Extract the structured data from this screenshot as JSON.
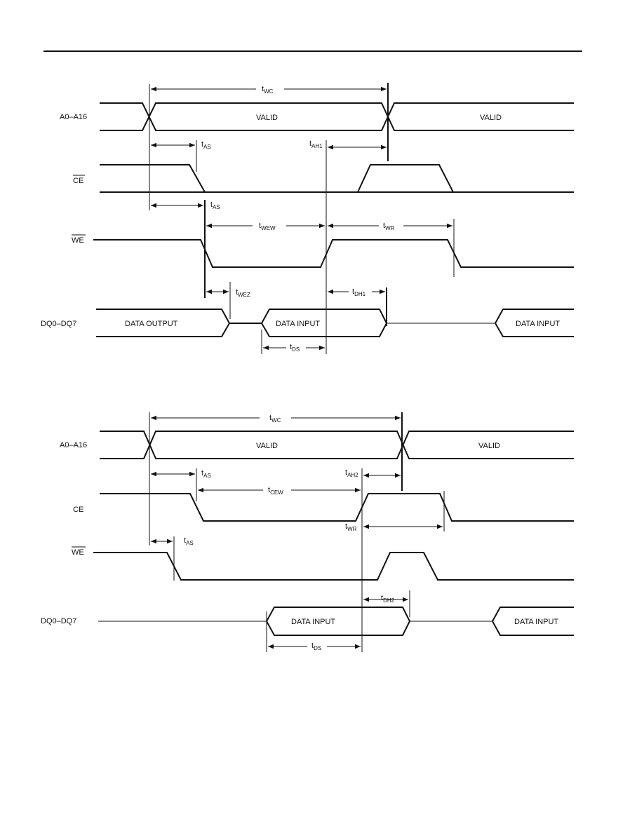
{
  "colors": {
    "ink": "#111111",
    "background": "#ffffff"
  },
  "diagram1": {
    "signals": {
      "addr": "A0–A16",
      "ce": "CE",
      "we": "WE",
      "dq": "DQ0–DQ7"
    },
    "values": {
      "addr_valid_1": "VALID",
      "addr_valid_2": "VALID",
      "dq_output": "DATA OUTPUT",
      "dq_input_1": "DATA INPUT",
      "dq_input_2": "DATA INPUT"
    },
    "timings": {
      "twc": {
        "main": "t",
        "sub": "WC"
      },
      "tas1": {
        "main": "t",
        "sub": "AS"
      },
      "tah1": {
        "main": "t",
        "sub": "AH1"
      },
      "tas2": {
        "main": "t",
        "sub": "AS"
      },
      "twew": {
        "main": "t",
        "sub": "WEW"
      },
      "twr": {
        "main": "t",
        "sub": "WR"
      },
      "twez": {
        "main": "t",
        "sub": "WEZ"
      },
      "tdh1": {
        "main": "t",
        "sub": "DH1"
      },
      "tds": {
        "main": "t",
        "sub": "DS"
      }
    }
  },
  "diagram2": {
    "signals": {
      "addr": "A0–A16",
      "ce": "CE",
      "we": "WE",
      "dq": "DQ0–DQ7"
    },
    "values": {
      "addr_valid_1": "VALID",
      "addr_valid_2": "VALID",
      "dq_input_1": "DATA INPUT",
      "dq_input_2": "DATA INPUT"
    },
    "timings": {
      "twc": {
        "main": "t",
        "sub": "WC"
      },
      "tas1": {
        "main": "t",
        "sub": "AS"
      },
      "tah2": {
        "main": "t",
        "sub": "AH2"
      },
      "tcew": {
        "main": "t",
        "sub": "CEW"
      },
      "twr": {
        "main": "t",
        "sub": "WR"
      },
      "tas2": {
        "main": "t",
        "sub": "AS"
      },
      "tdh2": {
        "main": "t",
        "sub": "DH2"
      },
      "tds": {
        "main": "t",
        "sub": "DS"
      }
    }
  }
}
